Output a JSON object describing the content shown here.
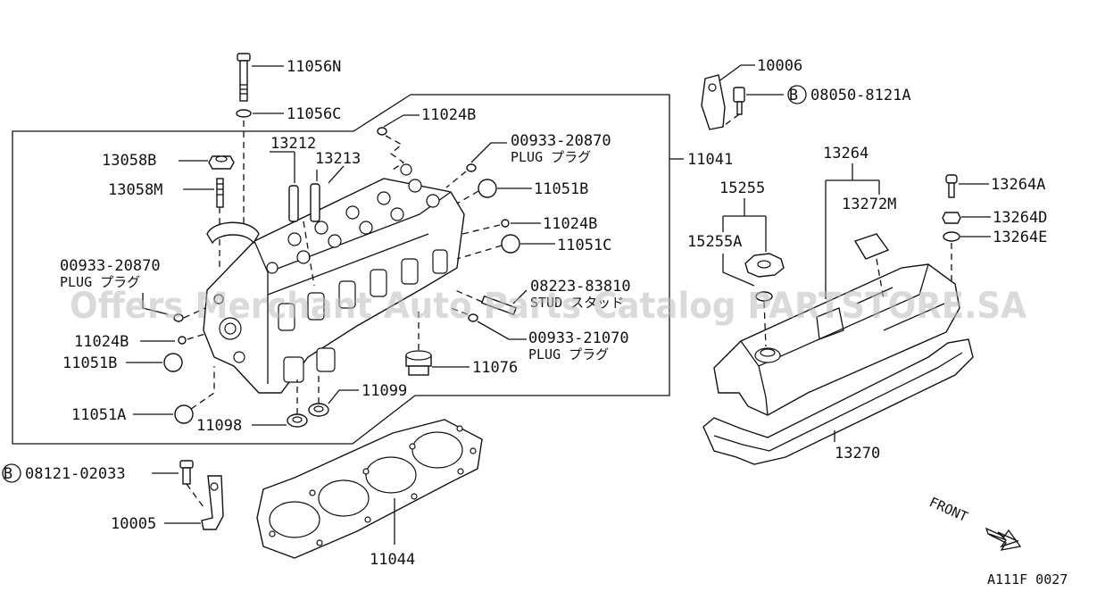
{
  "watermark": "Offers Merchant Auto Parts Catalog PARTSTORE.SA",
  "footer_code": "A111F 0027",
  "front_label": "FRONT",
  "bolt_marker": "B",
  "labels": {
    "p11056N": "11056N",
    "p11056C": "11056C",
    "p11024B_top": "11024B",
    "p00933_20870_top": "00933-20870",
    "plug_top": "PLUG プラグ",
    "p13212": "13212",
    "p13213": "13213",
    "p13058B": "13058B",
    "p13058M": "13058M",
    "p11051B_right": "11051B",
    "p11024B_right": "11024B",
    "p11051C": "11051C",
    "p00933_20870_left": "00933-20870",
    "plug_left": "PLUG プラグ",
    "p08223_83810": "08223-83810",
    "stud": "STUD スタッド",
    "p00933_21070": "00933-21070",
    "plug_right": "PLUG プラグ",
    "p11024B_left": "11024B",
    "p11051B_left": "11051B",
    "p11076": "11076",
    "p11099": "11099",
    "p11051A": "11051A",
    "p11098": "11098",
    "p11041": "11041",
    "p10006": "10006",
    "p08050_8121A": "08050-8121A",
    "p13264": "13264",
    "p15255": "15255",
    "p13272M": "13272M",
    "p15255A": "15255A",
    "p13264A": "13264A",
    "p13264D": "13264D",
    "p13264E": "13264E",
    "p13270": "13270",
    "p08121_02033": "08121-02033",
    "p10005": "10005",
    "p11044": "11044"
  }
}
